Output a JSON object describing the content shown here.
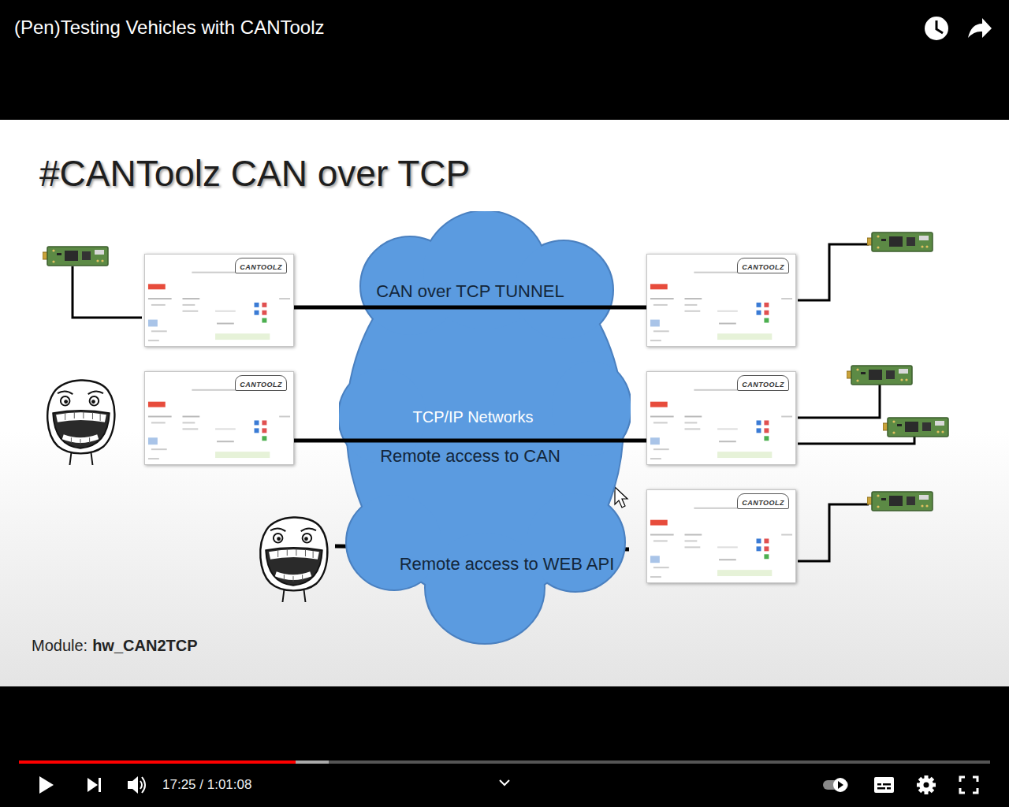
{
  "diagram": {
    "title": "#CANToolz CAN over TCP",
    "nodes": [
      {
        "text": [
          "CANTOOLZ"
        ]
      },
      {
        "text": [
          "CANTOOLZ"
        ]
      },
      {
        "text": [
          "TCP/IP Networks"
        ]
      },
      {
        "text": [
          "CANTOOLZ"
        ]
      },
      {
        "text": [
          "CANTOOLZ"
        ]
      },
      {
        "text": [
          "CANTOOLZ"
        ]
      }
    ],
    "edges": [
      {
        "from": 0,
        "to": 3,
        "label": "CAN over TCP TUNNEL",
        "arrow": "none"
      },
      {
        "from": 1,
        "to": 4,
        "label": "Remote access to CAN",
        "arrow": "none"
      }
    ],
    "labels": [
      "(Pen)Testing Vehicles with CANToolz",
      "Remote access to WEB API",
      "Module:",
      "hw_CAN2TCP",
      "17:25 / 1:01:08"
    ]
  }
}
